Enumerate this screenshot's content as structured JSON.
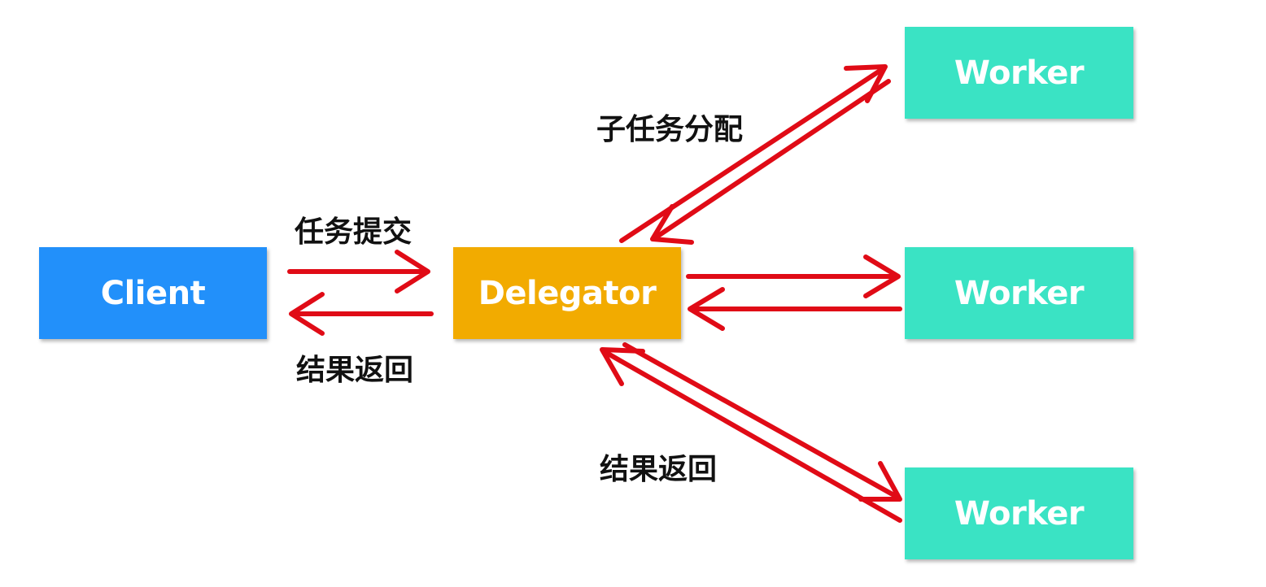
{
  "colors": {
    "client": "#2290fa",
    "delegator": "#f2ab00",
    "worker": "#3ae3c4",
    "arrow": "#e00b16"
  },
  "nodes": {
    "client": "Client",
    "delegator": "Delegator",
    "workers": [
      "Worker",
      "Worker",
      "Worker"
    ]
  },
  "edge_labels": {
    "task_submit": "任务提交",
    "result_return_client": "结果返回",
    "subtask_assign": "子任务分配",
    "result_return_worker": "结果返回"
  }
}
